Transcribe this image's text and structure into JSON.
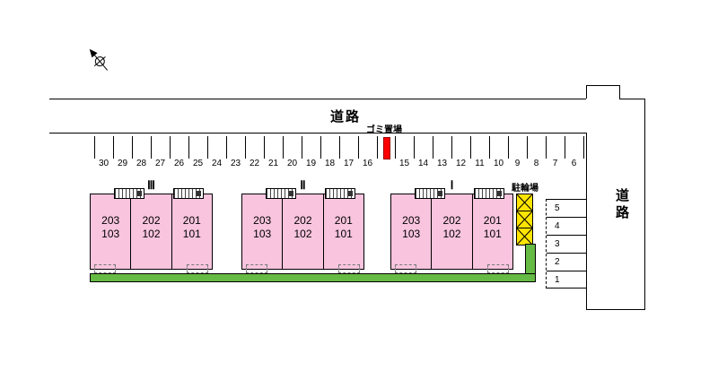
{
  "labels": {
    "road_top": "道路",
    "road_right": "道路",
    "garbage": "ゴミ置場",
    "bicycle_parking": "駐輪場"
  },
  "buildings": [
    {
      "name": "Ⅲ",
      "units": [
        {
          "upper": "203",
          "lower": "103"
        },
        {
          "upper": "202",
          "lower": "102"
        },
        {
          "upper": "201",
          "lower": "101"
        }
      ]
    },
    {
      "name": "Ⅱ",
      "units": [
        {
          "upper": "203",
          "lower": "103"
        },
        {
          "upper": "202",
          "lower": "102"
        },
        {
          "upper": "201",
          "lower": "101"
        }
      ]
    },
    {
      "name": "Ⅰ",
      "units": [
        {
          "upper": "203",
          "lower": "103"
        },
        {
          "upper": "202",
          "lower": "102"
        },
        {
          "upper": "201",
          "lower": "101"
        }
      ]
    }
  ],
  "parking": {
    "top_left": [
      "30",
      "29",
      "28",
      "27",
      "26",
      "25",
      "24",
      "23",
      "22",
      "21",
      "20",
      "19",
      "18",
      "17",
      "16"
    ],
    "top_right": [
      "15",
      "14",
      "13",
      "12",
      "11",
      "10",
      "9",
      "8",
      "7",
      "6"
    ],
    "side": [
      "5",
      "4",
      "3",
      "2",
      "1"
    ]
  },
  "colors": {
    "building_fill": "#F8C4DE",
    "landscape_green": "#66BB44",
    "bicycle_yellow": "#FFE400",
    "garbage_red": "#FF0000"
  }
}
